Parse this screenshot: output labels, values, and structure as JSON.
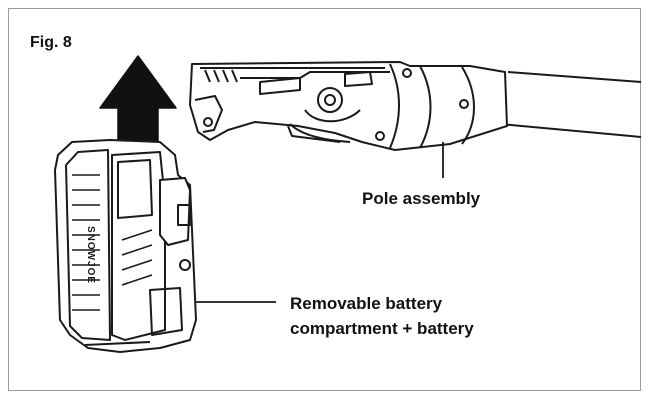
{
  "figure": {
    "label": "Fig. 8"
  },
  "callouts": {
    "pole": "Pole assembly",
    "battery_line1": "Removable battery",
    "battery_line2": "compartment + battery"
  },
  "battery_brand": "SNOWJOE",
  "colors": {
    "line": "#1a1a1a",
    "frame": "#9a9a9a",
    "fill": "#ffffff"
  }
}
